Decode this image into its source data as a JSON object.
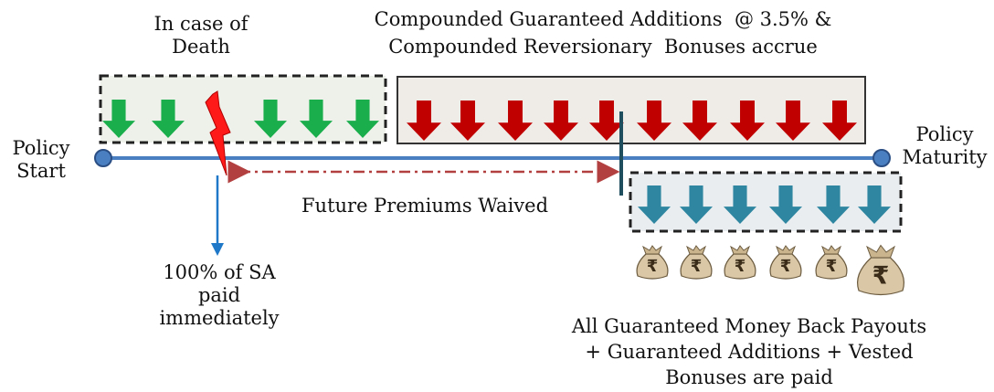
{
  "labels": {
    "death_line1": "In case of",
    "death_line2": "Death",
    "top_line1": "Compounded Guaranteed Additions  @ 3.5% &",
    "top_line2": "Compounded Reversionary  Bonuses accrue",
    "start_line1": "Policy",
    "start_line2": "Start",
    "maturity_line1": "Policy",
    "maturity_line2": "Maturity",
    "waived": "Future Premiums Waived",
    "sa_line1": "100% of SA",
    "sa_line2": "paid",
    "sa_line3": "immediately",
    "payout_line1": "All Guaranteed Money Back Payouts",
    "payout_line2": "+ Guaranteed Additions + Vested",
    "payout_line3": "Bonuses are paid"
  },
  "colors": {
    "green_arrow": "#1aae4c",
    "red_arrow": "#c00000",
    "teal_arrow": "#2e86a0",
    "timeline": "#4a7fc1",
    "lightning": "#ff1a1a",
    "waived_arrow": "#b34040",
    "sa_arrow": "#1f78c8"
  },
  "icons": {
    "money_bag": "rupee-money-bag-icon",
    "lightning": "lightning-bolt-icon"
  }
}
